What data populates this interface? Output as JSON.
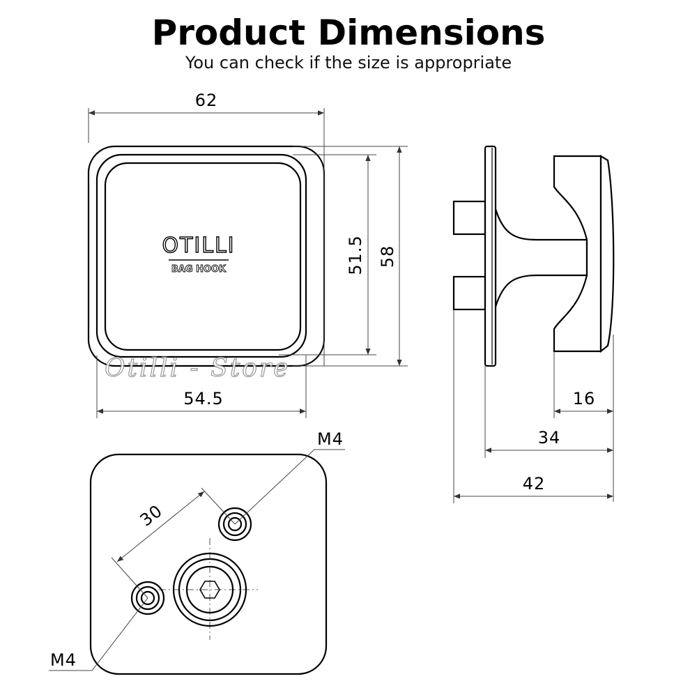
{
  "header": {
    "title": "Product Dimensions",
    "subtitle": "You can check if the size is appropriate"
  },
  "front_view": {
    "brand": "OTILLI",
    "product": "BAG HOOK",
    "watermark": "Otilli - Store",
    "dim_width_outer": "62",
    "dim_width_inner": "54.5",
    "dim_height_inner": "51.5",
    "dim_height_outer": "58"
  },
  "side_view": {
    "dim_hook_depth": "16",
    "dim_body_depth": "34",
    "dim_total_depth": "42"
  },
  "back_view": {
    "dim_hole_spacing": "30",
    "label_thread_top": "M4",
    "label_thread_bottom": "M4"
  },
  "colors": {
    "line": "#000000",
    "dimension_line": "#444444",
    "watermark": "#888888"
  }
}
